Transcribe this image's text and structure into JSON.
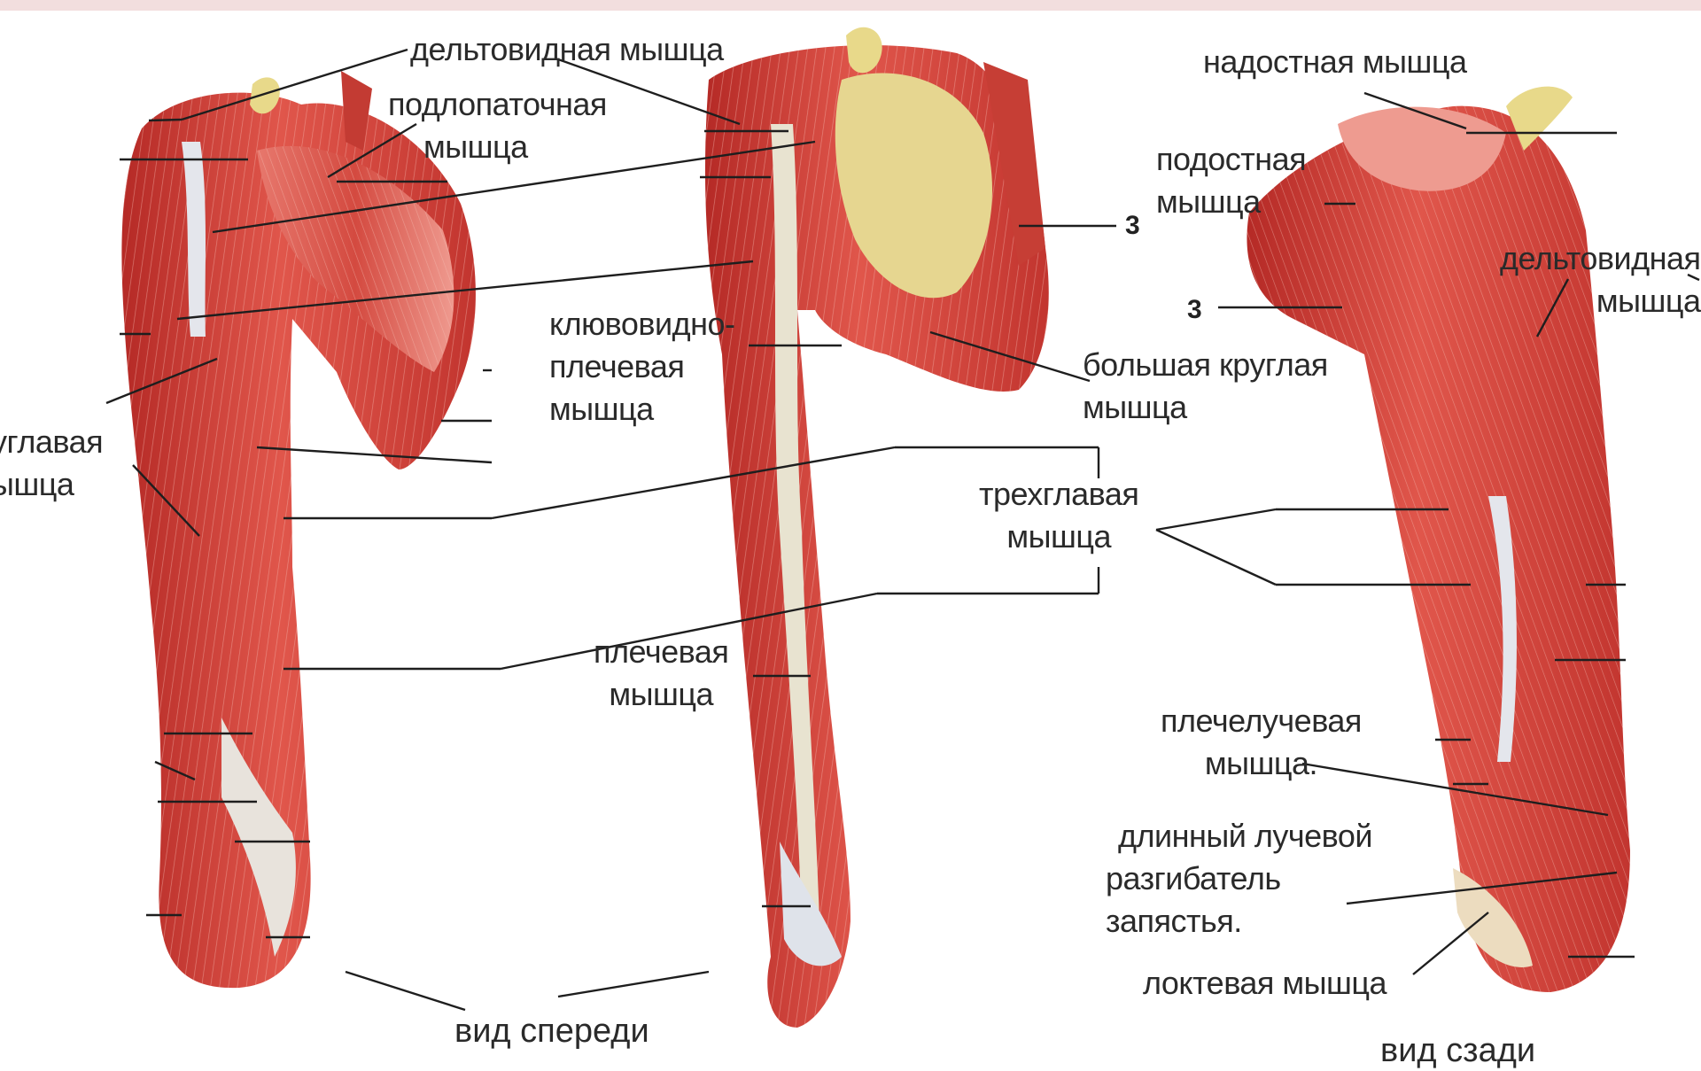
{
  "labels": {
    "deltoid_front": "дельтовидная мышца",
    "subscapularis_1": "подлопаточная",
    "subscapularis_2": "мышца",
    "biceps_1": "углавая",
    "biceps_2": "ышца",
    "coracobrachialis_1": "клювовидно-",
    "coracobrachialis_2": "плечевая",
    "coracobrachialis_3": "мышца",
    "teres_major_1": "большая круглая",
    "teres_major_2": "мышца",
    "triceps_1": "трехглавая",
    "triceps_2": "мышца",
    "brachialis_1": "плечевая",
    "brachialis_2": "мышца",
    "supraspinatus": "надостная мышца",
    "infraspinatus_1": "подостная",
    "infraspinatus_2": "мышца",
    "deltoid_back_1": "дельтовидная",
    "deltoid_back_2": "мышца",
    "brachioradialis_1": "плечелучевая",
    "brachioradialis_2": "мышца.",
    "ecrl_1": "длинный лучевой",
    "ecrl_2": "разгибатель",
    "ecrl_3": "запястья.",
    "anconeus": "локтевая мышца",
    "num3_a": "3",
    "num3_b": "3"
  },
  "captions": {
    "front": "вид спереди",
    "back": "вид сзади"
  },
  "colors": {
    "muscle": "#d8473f",
    "muscle_light": "#ec8a80",
    "tendon": "#dfe3ea",
    "bone": "#e8d98a",
    "line": "#1e1e1e",
    "top_band": "#f2dede"
  }
}
